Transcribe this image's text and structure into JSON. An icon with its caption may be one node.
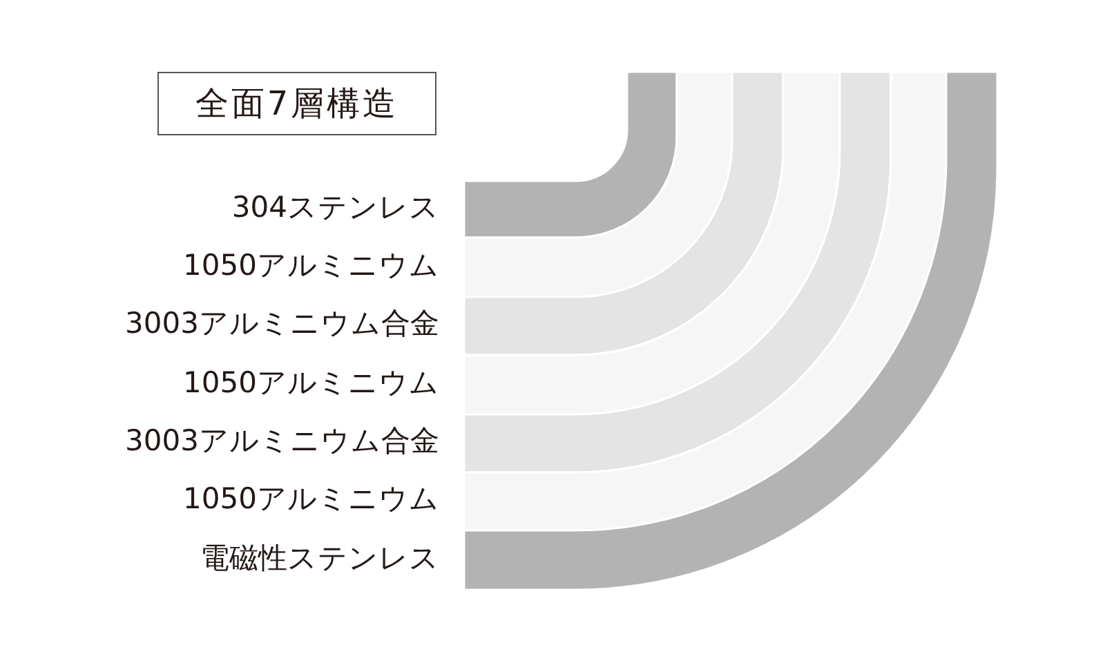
{
  "diagram": {
    "nodes": [
      {
        "text": [
          "全面7層構造"
        ]
      },
      {
        "text": [],
        "shape": "bar",
        "beside": [
          "304ステンレス"
        ]
      },
      {
        "text": [],
        "shape": "bar",
        "beside": [
          "1050アルミニウム"
        ]
      },
      {
        "text": [],
        "shape": "bar",
        "beside": [
          "3003アルミニウム合金"
        ]
      },
      {
        "text": [],
        "shape": "bar",
        "beside": [
          "1050アルミニウム"
        ]
      },
      {
        "text": [],
        "shape": "bar",
        "beside": [
          "3003アルミニウム合金"
        ]
      },
      {
        "text": [],
        "shape": "bar",
        "beside": [
          "1050アルミニウム"
        ]
      },
      {
        "text": [],
        "shape": "bar",
        "beside": [
          "電磁性ステンレス"
        ]
      }
    ]
  }
}
